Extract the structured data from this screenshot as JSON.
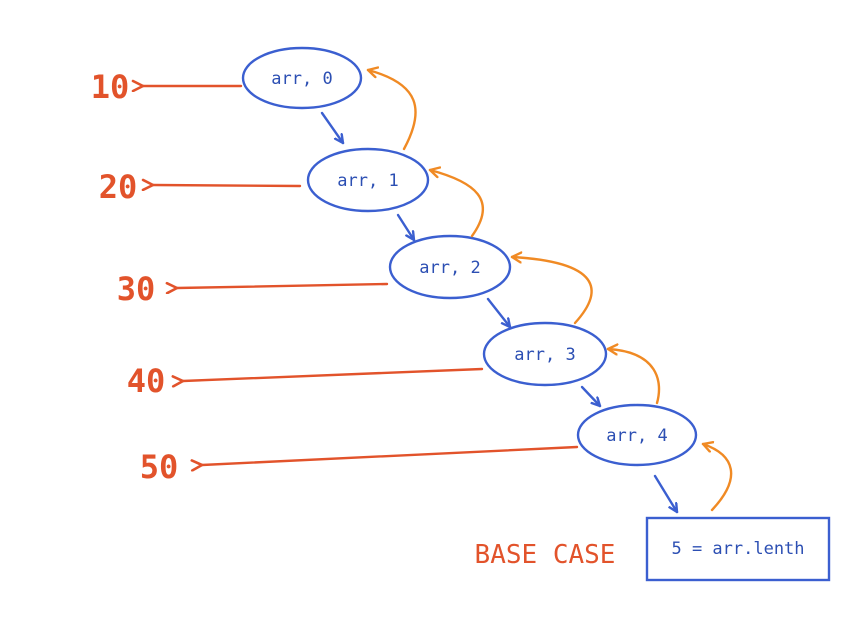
{
  "colors": {
    "node_stroke": "#3b5fd0",
    "node_text": "#2c4fb3",
    "call_arrow": "#3b5fd0",
    "return_arrow": "#f08a24",
    "value_arrow": "#e2532b",
    "value_text": "#e2532b"
  },
  "nodes": [
    {
      "label": "arr, 0",
      "value": "10"
    },
    {
      "label": "arr, 1",
      "value": "20"
    },
    {
      "label": "arr, 2",
      "value": "30"
    },
    {
      "label": "arr, 3",
      "value": "40"
    },
    {
      "label": "arr, 4",
      "value": "50"
    }
  ],
  "base_case": {
    "label": "BASE CASE",
    "text": "5 = arr.lenth"
  }
}
